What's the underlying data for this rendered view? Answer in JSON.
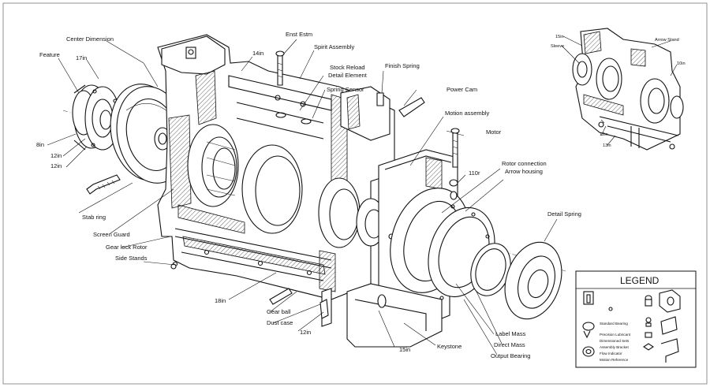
{
  "labels": {
    "center_dimension": "Center Dimension",
    "left_feature": "Feature",
    "dim_17in": "17in",
    "dim_8in": "8in",
    "dim_12in_a": "12in",
    "dim_12in_b": "12in",
    "enst_estm": "Enst Estm",
    "dim_14in": "14in",
    "spirit_assembly": "Spirit Assembly",
    "stock_reload": "Stock Reload",
    "detail_element": "Detail Element",
    "finish_spring": "Finish Spring",
    "spring_sensor": "Spring Sensor",
    "power_cam": "Power Cam",
    "motion_assembly": "Motion assembly",
    "motor": "Motor",
    "rotor_connection": "Rotor connection",
    "arrow_housing": "Arrow housing",
    "dim_110r": "110r",
    "stab_ring": "Stab ring",
    "screen_guard": "Screen Guard",
    "gear_lock_rotor": "Gear lock Rotor",
    "side_stands": "Side Stands",
    "dim_18in": "18in",
    "gear_ball": "Gear ball",
    "dust_case": "Dust case",
    "dim_12in_c": "12in",
    "dim_15in": "15in",
    "keystone": "Keystone",
    "label_mass": "Label Mass",
    "direct_mass": "Direct Mass",
    "output_bearing": "Output Bearing",
    "detail_spring": "Detail Spring"
  },
  "inset": {
    "dim_15in": "15in",
    "sleeve": "Sleeve",
    "arrow_stand": "Arrow Stand",
    "dim_10in": "10in",
    "dim_12in": "12in",
    "dim_13in": "13in"
  },
  "legend": {
    "title": "LEGEND",
    "items": [
      "Standard Bearing",
      "Precision Lubricant",
      "Dimensioned Sets",
      "Assembly Bracket",
      "Flow Indicator",
      "Motion Reference"
    ]
  }
}
